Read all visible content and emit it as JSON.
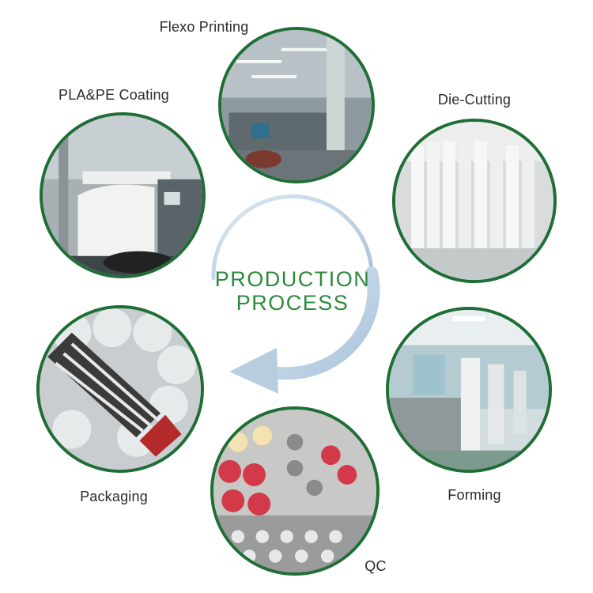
{
  "center": {
    "line1": "PRODUCTION",
    "line2": "PROCESS"
  },
  "steps": [
    {
      "label": "Flexo Printing"
    },
    {
      "label": "Die-Cutting"
    },
    {
      "label": "Forming"
    },
    {
      "label": "QC"
    },
    {
      "label": "Packaging"
    },
    {
      "label": "PLA&PE Coating"
    }
  ],
  "colors": {
    "ring": "#1f6e35",
    "center_text": "#2c8a3c",
    "arrow": "#b7cde0"
  }
}
